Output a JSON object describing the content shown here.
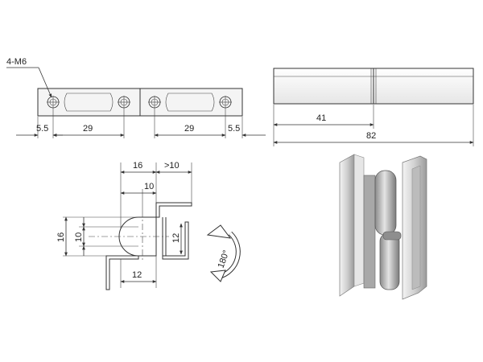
{
  "colors": {
    "line": "#333333",
    "bar_fill": "#f1f1f1",
    "metal_light": "#eeeeee",
    "metal_dark": "#9a9a9a",
    "pin": "#b8b8b8"
  },
  "top_view": {
    "thread_callout": "4-M6",
    "dims": {
      "left_offset": "5.5",
      "hole_pitch_left": "29",
      "hole_pitch_right": "29",
      "right_offset": "5.5"
    }
  },
  "side_view": {
    "dims": {
      "half_length": "41",
      "total_length": "82"
    }
  },
  "section_view": {
    "dims": {
      "width_16": "16",
      "gap_min": ">10",
      "width_10": "10",
      "height_16": "16",
      "height_10": "10",
      "height_12": "12",
      "bottom_12": "12"
    },
    "rotation": "180°"
  },
  "icons": [
    "rotation-arrow-icon"
  ]
}
